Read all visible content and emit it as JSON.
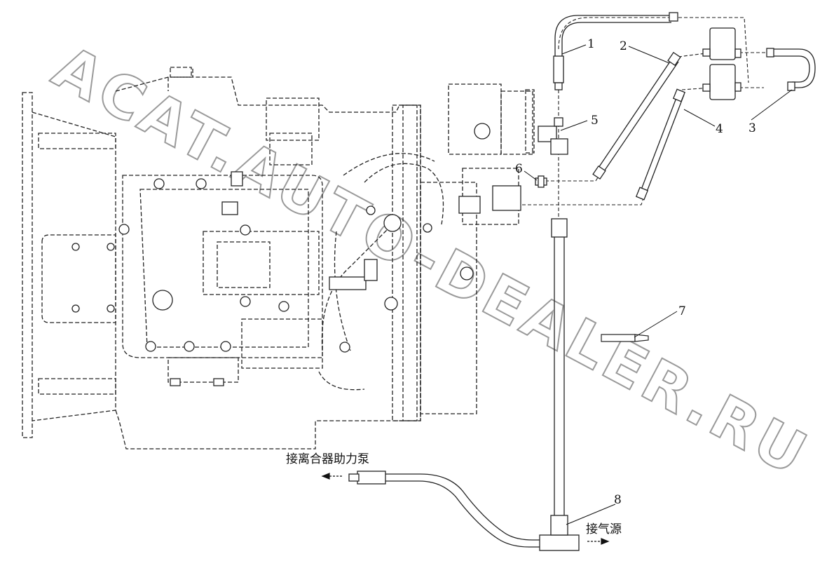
{
  "watermark": "ACAT.AUTO-DEALER.RU",
  "callouts": [
    "1",
    "2",
    "3",
    "4",
    "5",
    "6",
    "7",
    "8"
  ],
  "labels": {
    "clutch_pump": "接离合器助力泵",
    "air_source": "接气源"
  }
}
